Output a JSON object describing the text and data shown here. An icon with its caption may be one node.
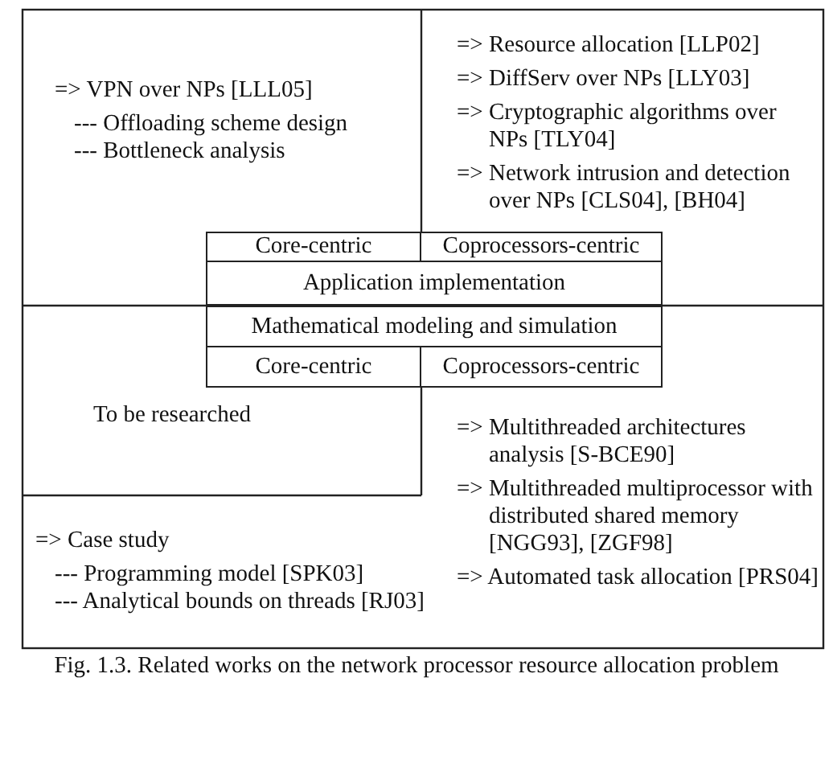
{
  "diagram": {
    "caption": "Fig. 1.3. Related works on the network processor resource allocation problem",
    "nodes": [
      {
        "text": [
          "=> VPN over NPs [LLL05]",
          "--- Offloading scheme design",
          "--- Bottleneck analysis"
        ]
      },
      {
        "text": [
          "=> Resource allocation [LLP02]",
          "=> DiffServ over NPs [LLY03]",
          "=> Cryptographic algorithms over NPs [TLY04]",
          "=> Network intrusion and detection over NPs [CLS04], [BH04]"
        ]
      },
      {
        "text": [
          "Core-centric"
        ]
      },
      {
        "text": [
          "Coprocessors-centric"
        ]
      },
      {
        "text": [
          "Application implementation"
        ]
      },
      {
        "text": [
          "Mathematical modeling and simulation"
        ]
      },
      {
        "text": [
          "Core-centric"
        ]
      },
      {
        "text": [
          "Coprocessors-centric"
        ]
      },
      {
        "text": [
          "To be researched"
        ]
      },
      {
        "text": [
          "=> Case study",
          "--- Programming model [SPK03]",
          "--- Analytical bounds on threads [RJ03]"
        ]
      },
      {
        "text": [
          "=> Multithreaded architectures analysis [S-BCE90]",
          "=> Multithreaded multiprocessor with distributed shared memory [NGG93], [ZGF98]",
          "=> Automated task allocation [PRS04]"
        ]
      }
    ]
  }
}
